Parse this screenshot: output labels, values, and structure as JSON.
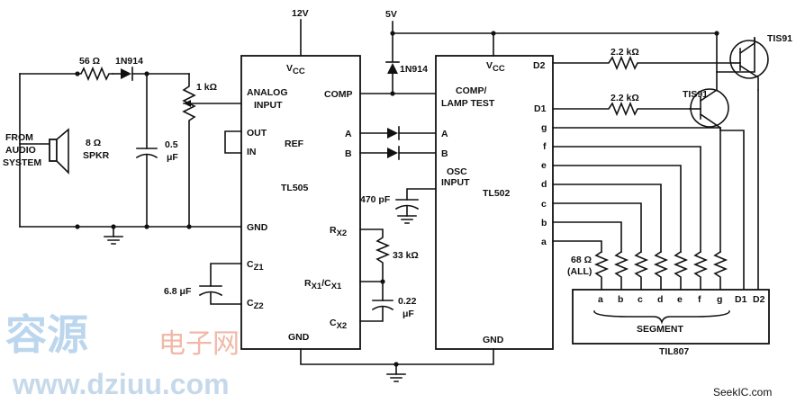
{
  "power": {
    "v12": "12V",
    "v5": "5V"
  },
  "input": {
    "source": [
      "FROM",
      "AUDIO",
      "SYSTEM"
    ],
    "speaker": [
      "8 Ω",
      "SPKR"
    ],
    "resistor": "56 Ω",
    "diode": "1N914",
    "capacitor": [
      "0.5",
      "μF"
    ],
    "pot": "1 kΩ"
  },
  "tl505": {
    "name": "TL505",
    "pins": {
      "vcc": "V",
      "vcc_sub": "CC",
      "analog": [
        "ANALOG",
        "INPUT"
      ],
      "out": "OUT",
      "in": "IN",
      "ref": "REF",
      "gnd_left": "GND",
      "cz1": "C",
      "cz1_sub": "Z1",
      "cz2": "C",
      "cz2_sub": "Z2",
      "comp": "COMP",
      "a": "A",
      "b": "B",
      "rx2": "R",
      "rx2_sub": "X2",
      "rx1cx1_a": "R",
      "rx1cx1_sub1": "X1",
      "rx1cx1_b": "/C",
      "rx1cx1_sub2": "X1",
      "cx2": "C",
      "cx2_sub": "X2",
      "gnd_bottom": "GND"
    }
  },
  "parts": {
    "cz_cap": "6.8 μF",
    "diode2": "1N914",
    "r33k": "33 kΩ",
    "c022": [
      "0.22",
      "μF"
    ],
    "c470": "470 pF"
  },
  "tl502": {
    "name": "TL502",
    "pins": {
      "vcc": "V",
      "vcc_sub": "CC",
      "comp_lamp": [
        "COMP/",
        "LAMP TEST"
      ],
      "a": "A",
      "b": "B",
      "osc": [
        "OSC",
        "INPUT"
      ],
      "d2": "D2",
      "d1": "D1",
      "g": "g",
      "f": "f",
      "e": "e",
      "d": "d",
      "c": "c",
      "b_seg": "b",
      "a_seg": "a",
      "gnd": "GND"
    }
  },
  "drivers": {
    "r1": "2.2 kΩ",
    "r2": "2.2 kΩ",
    "q1": "TIS91",
    "q2": "TIS91"
  },
  "display": {
    "resistors": [
      "68 Ω",
      "(ALL)"
    ],
    "pins": [
      "a",
      "b",
      "c",
      "d",
      "e",
      "f",
      "g",
      "D1",
      "D2"
    ],
    "segment_label": "SEGMENT",
    "name": "TIL807"
  },
  "watermark": {
    "cn1": "容源",
    "cn2": "电子网",
    "url": "www.dziuu.com",
    "seek": "SeekIC.com"
  }
}
